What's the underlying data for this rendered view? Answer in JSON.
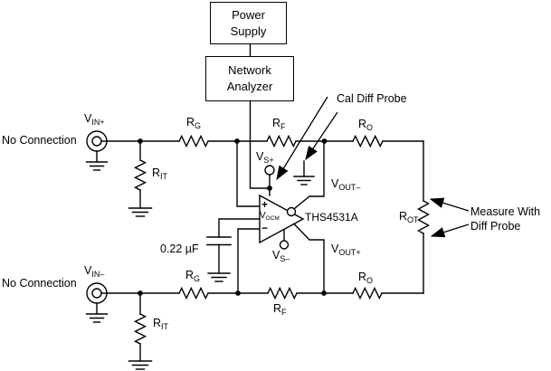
{
  "blocks": {
    "power_supply": {
      "line1": "Power",
      "line2": "Supply"
    },
    "network_analyzer": {
      "line1": "Network",
      "line2": "Analyzer"
    }
  },
  "amplifier": {
    "part_number": "THS4531A",
    "noninverting_input": "+",
    "inverting_input": "−",
    "vocm_pin": {
      "base": "V",
      "sub": "OCM"
    },
    "vs_plus_pin": {
      "base": "V",
      "sub": "S+"
    },
    "vs_minus_pin": {
      "base": "V",
      "sub": "S–"
    }
  },
  "inputs": {
    "top": {
      "source_label": {
        "base": "V",
        "sub": "IN+"
      },
      "no_connection": "No Connection"
    },
    "bottom": {
      "source_label": {
        "base": "V",
        "sub": "IN–"
      },
      "no_connection": "No Connection"
    }
  },
  "components": {
    "rg_top": {
      "base": "R",
      "sub": "G"
    },
    "rf_top": {
      "base": "R",
      "sub": "F"
    },
    "ro_top": {
      "base": "R",
      "sub": "O"
    },
    "rg_bottom": {
      "base": "R",
      "sub": "G"
    },
    "rf_bottom": {
      "base": "R",
      "sub": "F"
    },
    "ro_bottom": {
      "base": "R",
      "sub": "O"
    },
    "rit_top": {
      "base": "R",
      "sub": "IT"
    },
    "rit_bottom": {
      "base": "R",
      "sub": "IT"
    },
    "rot": {
      "base": "R",
      "sub": "OT"
    },
    "capacitor": "0.22 µF"
  },
  "outputs": {
    "vout_minus": {
      "base": "V",
      "sub": "OUT–"
    },
    "vout_plus": {
      "base": "V",
      "sub": "OUT+"
    }
  },
  "annotations": {
    "cal_diff_probe": "Cal Diff Probe",
    "measure_line1": "Measure With",
    "measure_line2": "Diff Probe"
  },
  "colors": {
    "wire": "#000000",
    "background": "#ffffff"
  }
}
